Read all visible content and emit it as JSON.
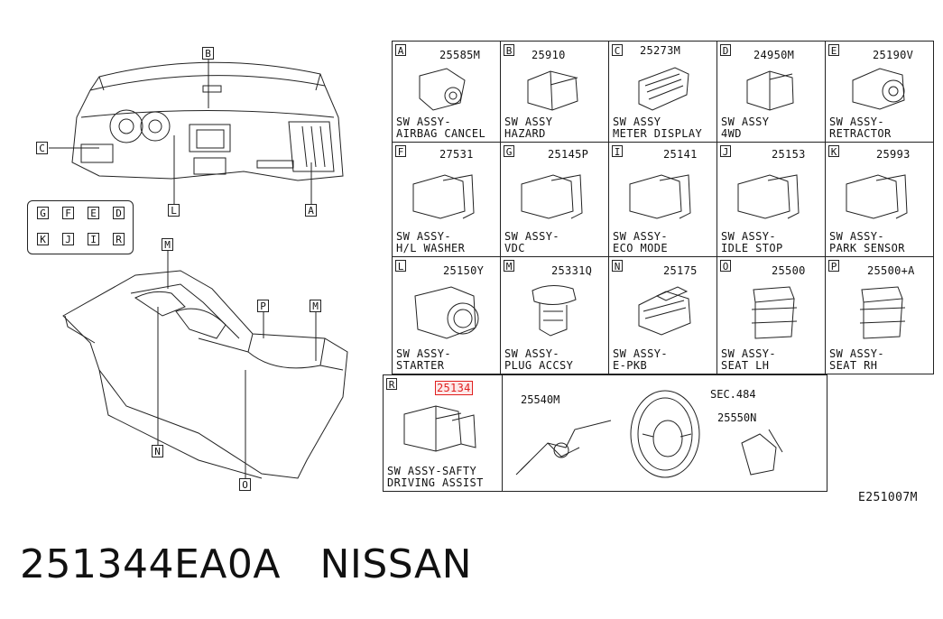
{
  "grid": {
    "cells": [
      {
        "letter": "A",
        "part": "25585M",
        "desc": "SW ASSY-\nAIRBAG CANCEL"
      },
      {
        "letter": "B",
        "part": "25910",
        "desc": "SW ASSY\nHAZARD"
      },
      {
        "letter": "C",
        "part": "25273M",
        "desc": "SW ASSY\nMETER DISPLAY"
      },
      {
        "letter": "D",
        "part": "24950M",
        "desc": "SW ASSY\n4WD"
      },
      {
        "letter": "E",
        "part": "25190V",
        "desc": "SW ASSY-\nRETRACTOR"
      },
      {
        "letter": "F",
        "part": "27531",
        "desc": "SW ASSY-\nH/L WASHER"
      },
      {
        "letter": "G",
        "part": "25145P",
        "desc": "SW ASSY-\nVDC"
      },
      {
        "letter": "I",
        "part": "25141",
        "desc": "SW ASSY-\nECO MODE"
      },
      {
        "letter": "J",
        "part": "25153",
        "desc": "SW ASSY-\nIDLE STOP"
      },
      {
        "letter": "K",
        "part": "25993",
        "desc": "SW ASSY-\nPARK SENSOR"
      },
      {
        "letter": "L",
        "part": "25150Y",
        "desc": "SW ASSY-\nSTARTER"
      },
      {
        "letter": "M",
        "part": "25331Q",
        "desc": "SW ASSY-\nPLUG ACCSY"
      },
      {
        "letter": "N",
        "part": "25175",
        "desc": "SW ASSY-\nE-PKB"
      },
      {
        "letter": "O",
        "part": "25500",
        "desc": "SW ASSY-\nSEAT LH"
      },
      {
        "letter": "P",
        "part": "25500+A",
        "desc": "SW ASSY-\nSEAT RH"
      }
    ],
    "special": {
      "letter": "R",
      "part": "25134",
      "desc": "SW ASSY-SAFTY\nDRIVING ASSIST"
    },
    "callouts": {
      "combo_switch": "25540M",
      "steering": "SEC.484",
      "steering_switch": "25550N"
    }
  },
  "overview": {
    "dash_labels": {
      "top": "B",
      "left": "C",
      "bottom": "L",
      "right": "A"
    },
    "legend_keys": [
      "G",
      "F",
      "E",
      "D",
      "K",
      "J",
      "I",
      "R"
    ],
    "console_labels": {
      "m_top": "M",
      "p": "P",
      "m_right": "M",
      "n": "N",
      "o": "O"
    }
  },
  "ref_code": "E251007M",
  "footer": {
    "part_number": "251344EA0A",
    "brand": "NISSAN"
  },
  "colors": {
    "highlight": "#e02020",
    "line": "#222222"
  }
}
